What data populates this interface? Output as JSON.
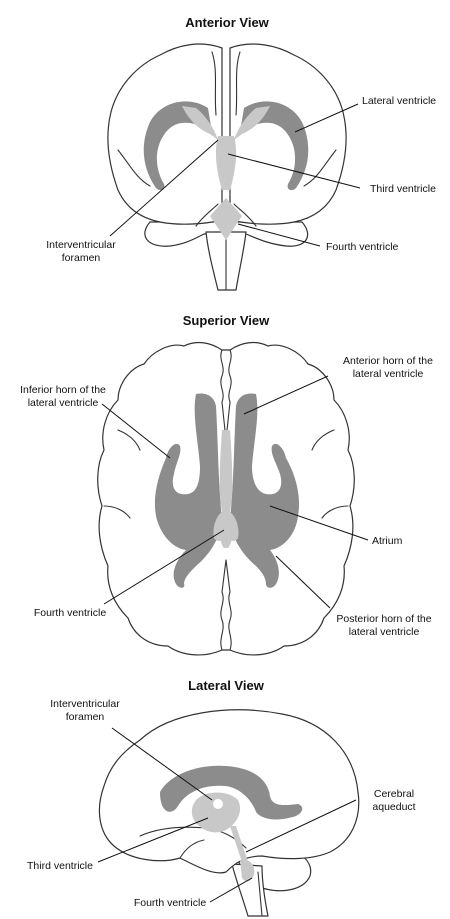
{
  "colors": {
    "background": "#ffffff",
    "outline": "#333333",
    "ventricle_dark": "#8c8c8c",
    "ventricle_light": "#c8c8c8",
    "text": "#111111"
  },
  "anterior": {
    "title": "Anterior View",
    "labels": {
      "lateral_ventricle": "Lateral ventricle",
      "third_ventricle": "Third ventricle",
      "interventricular_1": "Interventricular",
      "interventricular_2": "foramen",
      "fourth_ventricle": "Fourth ventricle"
    }
  },
  "superior": {
    "title": "Superior View",
    "labels": {
      "anterior_horn_1": "Anterior horn of the",
      "anterior_horn_2": "lateral ventricle",
      "inferior_horn_1": "Inferior horn of the",
      "inferior_horn_2": "lateral ventricle",
      "atrium": "Atrium",
      "fourth_ventricle": "Fourth ventricle",
      "posterior_horn_1": "Posterior horn of the",
      "posterior_horn_2": "lateral ventricle"
    }
  },
  "lateral": {
    "title": "Lateral View",
    "labels": {
      "interventricular_1": "Interventricular",
      "interventricular_2": "foramen",
      "cerebral_aqueduct_1": "Cerebral",
      "cerebral_aqueduct_2": "aqueduct",
      "third_ventricle": "Third ventricle",
      "fourth_ventricle": "Fourth ventricle"
    }
  }
}
